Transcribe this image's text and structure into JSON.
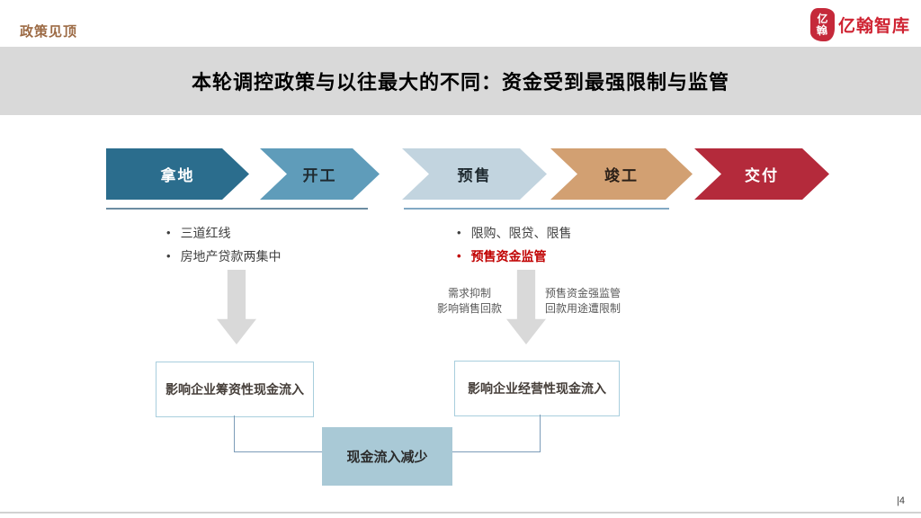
{
  "header": {
    "eyebrow": "政策见顶",
    "logo": {
      "name": "亿翰智库",
      "seal_top": "亿",
      "seal_bottom": "翰",
      "brand_red": "#cf2332"
    }
  },
  "banner": {
    "title": "本轮调控政策与以往最大的不同：资金受到最强限制与监管",
    "bg": "#d9d9d9"
  },
  "flow_stages": [
    {
      "label": "拿地",
      "fill": "#2b6d8d",
      "text": "#ffffff"
    },
    {
      "label": "开工",
      "fill": "#5f9cba",
      "text": "#1f2a30"
    },
    {
      "label": "预售",
      "fill": "#c2d4df",
      "text": "#1f2a30"
    },
    {
      "label": "竣工",
      "fill": "#d2a072",
      "text": "#2b2018"
    },
    {
      "label": "交付",
      "fill": "#b42a3b",
      "text": "#ffffff"
    }
  ],
  "bullet_char": "•",
  "left_track": {
    "bullets": [
      {
        "text": "三道红线",
        "color": "#3f3f3f"
      },
      {
        "text": "房地产贷款两集中",
        "color": "#3f3f3f"
      }
    ],
    "result": "影响企业筹资性现金流入"
  },
  "right_track": {
    "bullets": [
      {
        "text": "限购、限贷、限售",
        "color": "#3f3f3f"
      },
      {
        "text": "预售资金监管",
        "color": "#c00000"
      }
    ],
    "note_left": {
      "line1": "需求抑制",
      "line2": "影响销售回款"
    },
    "note_right": {
      "line1": "预售资金强监管",
      "line2": "回款用途遭限制"
    },
    "result": "影响企业经营性现金流入"
  },
  "summary": {
    "label": "现金流入减少",
    "fill": "#a9c9d6"
  },
  "footer": {
    "page": "|4"
  }
}
